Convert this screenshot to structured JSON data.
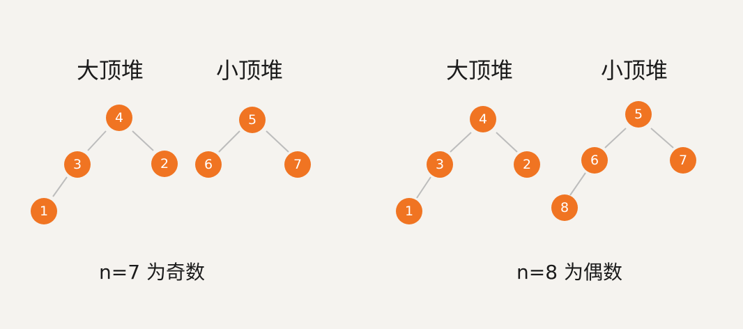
{
  "panels": [
    {
      "caption": "n=7 为奇数",
      "heaps": [
        {
          "title": "大顶堆",
          "nodes": [
            "4",
            "3",
            "2",
            "1"
          ]
        },
        {
          "title": "小顶堆",
          "nodes": [
            "5",
            "6",
            "7"
          ]
        }
      ]
    },
    {
      "caption": "n=8 为偶数",
      "heaps": [
        {
          "title": "大顶堆",
          "nodes": [
            "4",
            "3",
            "2",
            "1"
          ]
        },
        {
          "title": "小顶堆",
          "nodes": [
            "5",
            "6",
            "7",
            "8"
          ]
        }
      ]
    }
  ],
  "colors": {
    "node_fill": "#f07422",
    "node_text": "#ffffff",
    "edge": "#bcbcbc",
    "background": "#f5f3ef"
  }
}
